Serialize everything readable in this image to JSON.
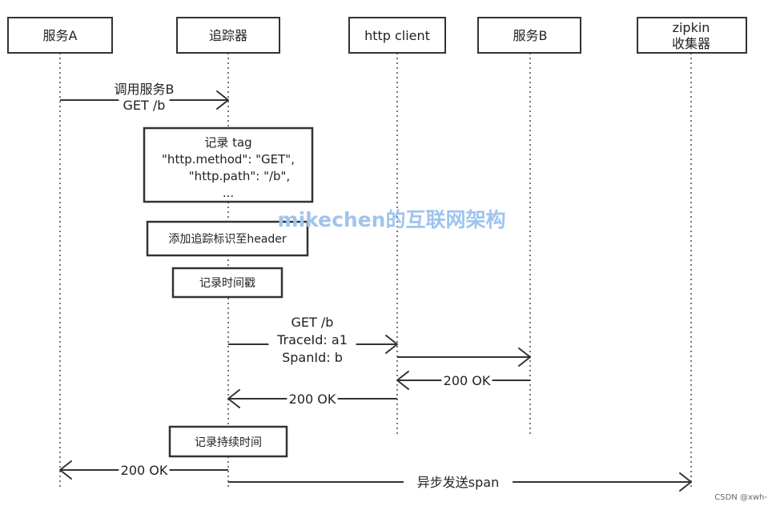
{
  "actors": [
    {
      "id": "a",
      "lines": [
        "服务A"
      ]
    },
    {
      "id": "tracer",
      "lines": [
        "追踪器"
      ]
    },
    {
      "id": "client",
      "lines": [
        "http client"
      ]
    },
    {
      "id": "b",
      "lines": [
        "服务B"
      ]
    },
    {
      "id": "zipkin",
      "lines": [
        "zipkin",
        "收集器"
      ]
    }
  ],
  "messages": [
    {
      "from": "a",
      "to": "tracer",
      "lines": [
        "调用服务B",
        "GET /b"
      ]
    },
    {
      "from": "tracer",
      "to": "client",
      "lines": [
        "GET /b",
        "TraceId: a1",
        "SpanId: b"
      ]
    },
    {
      "from": "client",
      "to": "b",
      "lines": []
    },
    {
      "from": "b",
      "to": "client",
      "lines": [
        "200 OK"
      ]
    },
    {
      "from": "client",
      "to": "tracer",
      "lines": [
        "200 OK"
      ]
    },
    {
      "from": "tracer",
      "to": "a",
      "lines": [
        "200 OK"
      ]
    },
    {
      "from": "tracer",
      "to": "zipkin",
      "lines": [
        "异步发送span"
      ]
    }
  ],
  "notes": [
    {
      "on": "tracer",
      "lines": [
        "记录 tag",
        "\"http.method\": \"GET\",",
        "\"http.path\": \"/b\",",
        "..."
      ]
    },
    {
      "on": "tracer",
      "lines": [
        "添加追踪标识至header"
      ]
    },
    {
      "on": "tracer",
      "lines": [
        "记录时间戳"
      ]
    },
    {
      "on": "tracer",
      "lines": [
        "记录持续时间"
      ]
    }
  ],
  "watermark": "mikechen的互联网架构",
  "footer_mark": "CSDN @xwh-"
}
